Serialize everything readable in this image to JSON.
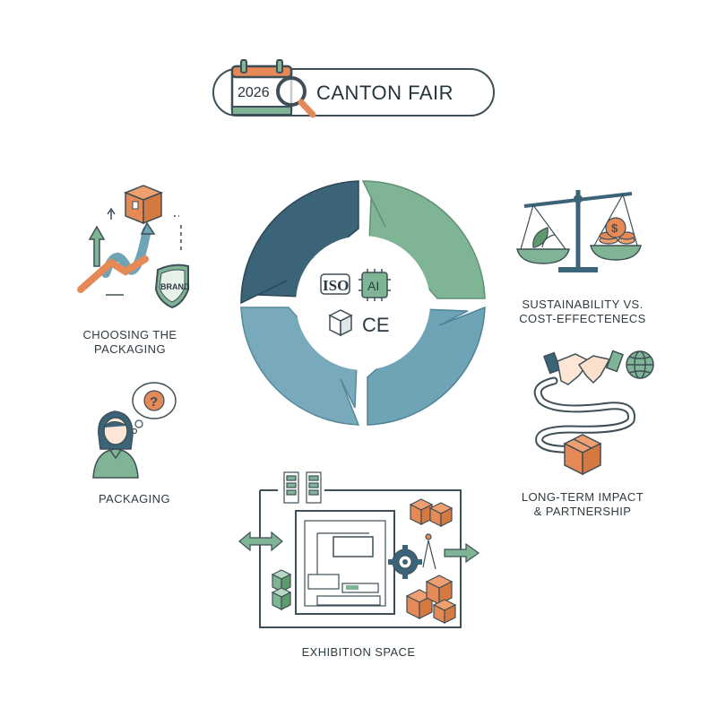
{
  "title": {
    "text": "CANTON FAIR",
    "calendar_year": "2026"
  },
  "center": {
    "badge_iso": "ISO",
    "badge_ai": "AI",
    "badge_ce": "CE"
  },
  "nodes": {
    "choosing_packaging": {
      "line1": "CHOOSING THE",
      "line2": "PACKAGING",
      "brand_tag": "BRAND"
    },
    "packaging": {
      "label": "PACKAGING"
    },
    "exhibition": {
      "label": "EXHIBITION SPACE"
    },
    "sustainability": {
      "line1": "SUSTAINABILITY VS.",
      "line2": "COST-EFFECTENECS"
    },
    "partnership": {
      "line1": "LONG-TERM IMPACT",
      "line2": "& PARTNERSHIP"
    }
  },
  "colors": {
    "dark_teal": "#3b6478",
    "green": "#7fb595",
    "blue": "#6fa3b6",
    "orange": "#e58a56",
    "outline": "#3f4f57"
  }
}
